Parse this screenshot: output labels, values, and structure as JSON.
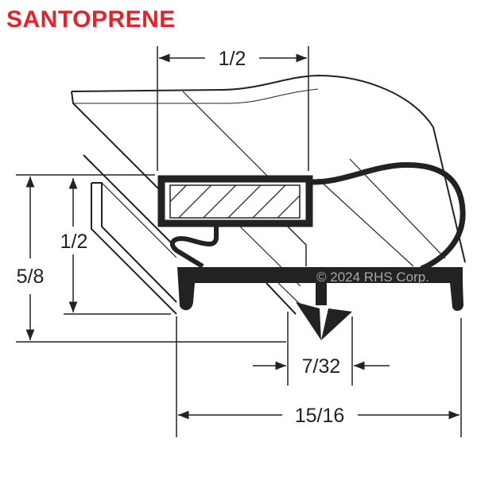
{
  "title": "SANTOPRENE",
  "dimensions": {
    "top_width": "1/2",
    "left_outer_height": "5/8",
    "left_inner_height": "1/2",
    "dart_width": "7/32",
    "overall_width": "15/16"
  },
  "copyright": "© 2024 RHS Corp.",
  "colors": {
    "title": "#e3222b",
    "line": "#222222",
    "copyright": "#a8a8a8"
  }
}
